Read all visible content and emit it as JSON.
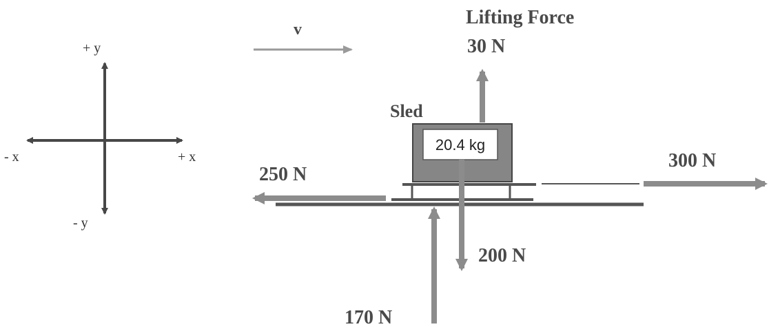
{
  "axes": {
    "plus_y": "+ y",
    "minus_y": "- y",
    "minus_x": "- x",
    "plus_x": "+ x"
  },
  "velocity": {
    "label": "v"
  },
  "sled": {
    "title": "Sled",
    "mass": "20.4 kg"
  },
  "forces": {
    "lifting_title": "Lifting Force",
    "lifting_value": "30 N",
    "right": "300 N",
    "left": "250 N",
    "down": "200 N",
    "up": "170 N"
  },
  "colors": {
    "arrow_gray": "#8c8c8c",
    "axis_dark": "#474747",
    "sled_body": "#868686",
    "rail_dark": "#555555"
  }
}
